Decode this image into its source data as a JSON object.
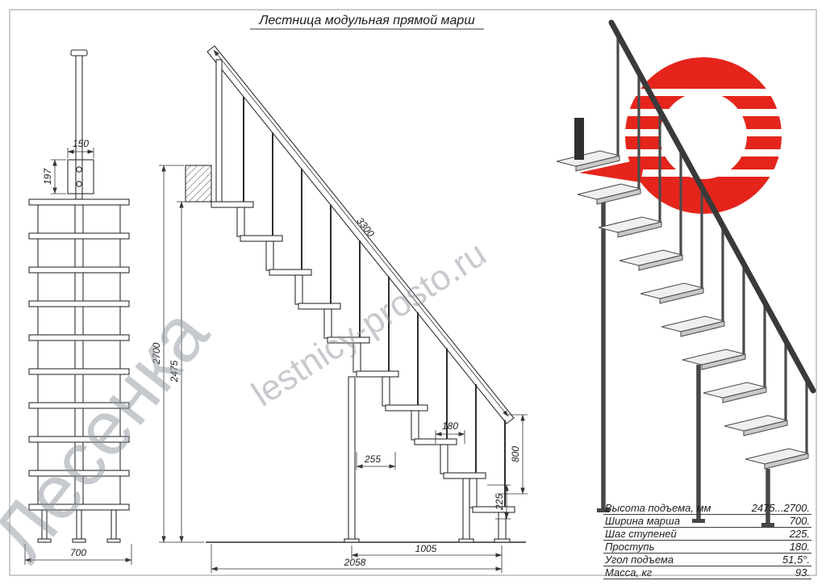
{
  "title": "Лестница модульная прямой марш",
  "watermark": {
    "big": "Лесенка",
    "site": "lestnicy-prosto.ru"
  },
  "front_view": {
    "dims": {
      "bracket_width": "150",
      "bracket_height": "197",
      "march_width": "700"
    }
  },
  "side_view": {
    "dims": {
      "total_height": "2700",
      "clear_height": "2475",
      "rail_length": "3300",
      "tread_depth": "180",
      "module_length": "255",
      "rail_height": "800",
      "step_height": "225",
      "post_span": "1005",
      "total_run": "2058"
    }
  },
  "spec_table": {
    "rows": [
      {
        "label": "Высота подъема, мм",
        "value": "2475...2700."
      },
      {
        "label": "Ширина марша",
        "value": "700."
      },
      {
        "label": "Шаг ступеней",
        "value": "225."
      },
      {
        "label": "Проступь",
        "value": "180."
      },
      {
        "label": "Угол подъема",
        "value": "51,5°."
      },
      {
        "label": "Масса, кг",
        "value": "93."
      }
    ]
  },
  "colors": {
    "line": "#2e2e2e",
    "accent_red": "#e5251c",
    "watermark_gray": "#8e979e"
  }
}
